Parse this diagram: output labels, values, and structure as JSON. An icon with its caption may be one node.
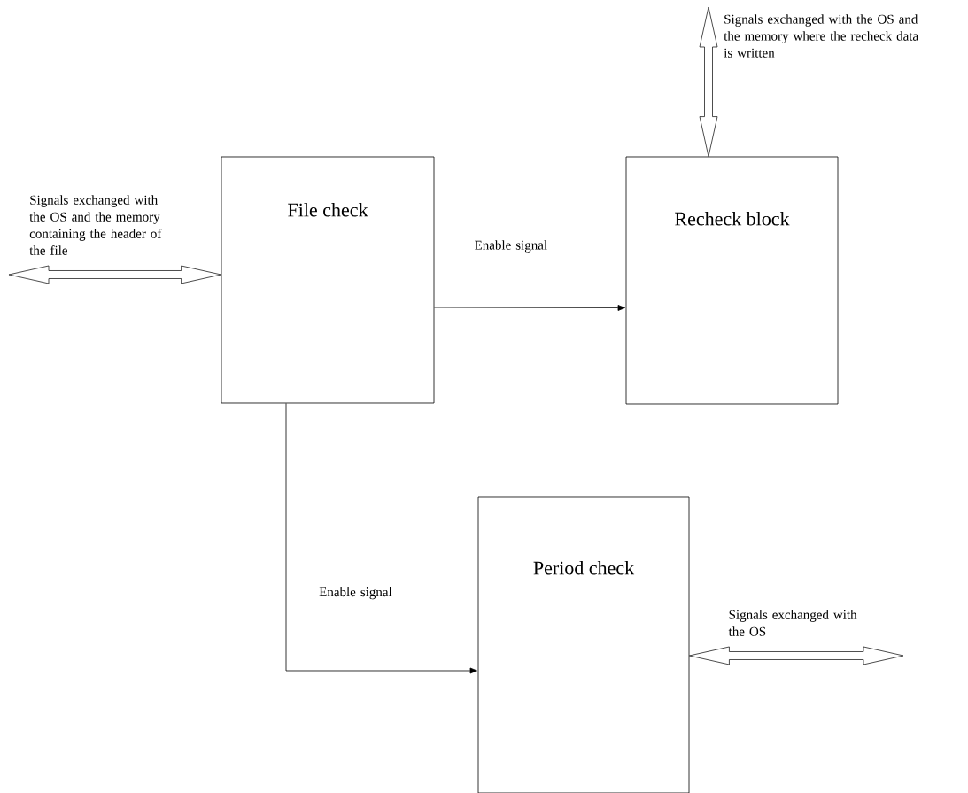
{
  "diagram": {
    "nodes": [
      {
        "text": [
          "File check"
        ]
      },
      {
        "text": [
          "Recheck block"
        ]
      },
      {
        "text": [
          "Period check"
        ]
      }
    ],
    "edges": [
      {
        "from": null,
        "to": 0,
        "arrow": "both",
        "style": "thick",
        "label": "Signals exchanged with the OS and the memory containing the header of the file"
      },
      {
        "from": 0,
        "to": 1,
        "arrow": "to",
        "label": "Enable signal"
      },
      {
        "from": null,
        "to": 1,
        "arrow": "both",
        "style": "thick",
        "label": "Signals exchanged with the OS and the memory where the recheck data is written"
      },
      {
        "from": 0,
        "to": 2,
        "arrow": "to",
        "label": "Enable signal"
      },
      {
        "from": 2,
        "to": null,
        "arrow": "both",
        "style": "thick",
        "label": "Signals exchanged with the OS"
      }
    ]
  }
}
